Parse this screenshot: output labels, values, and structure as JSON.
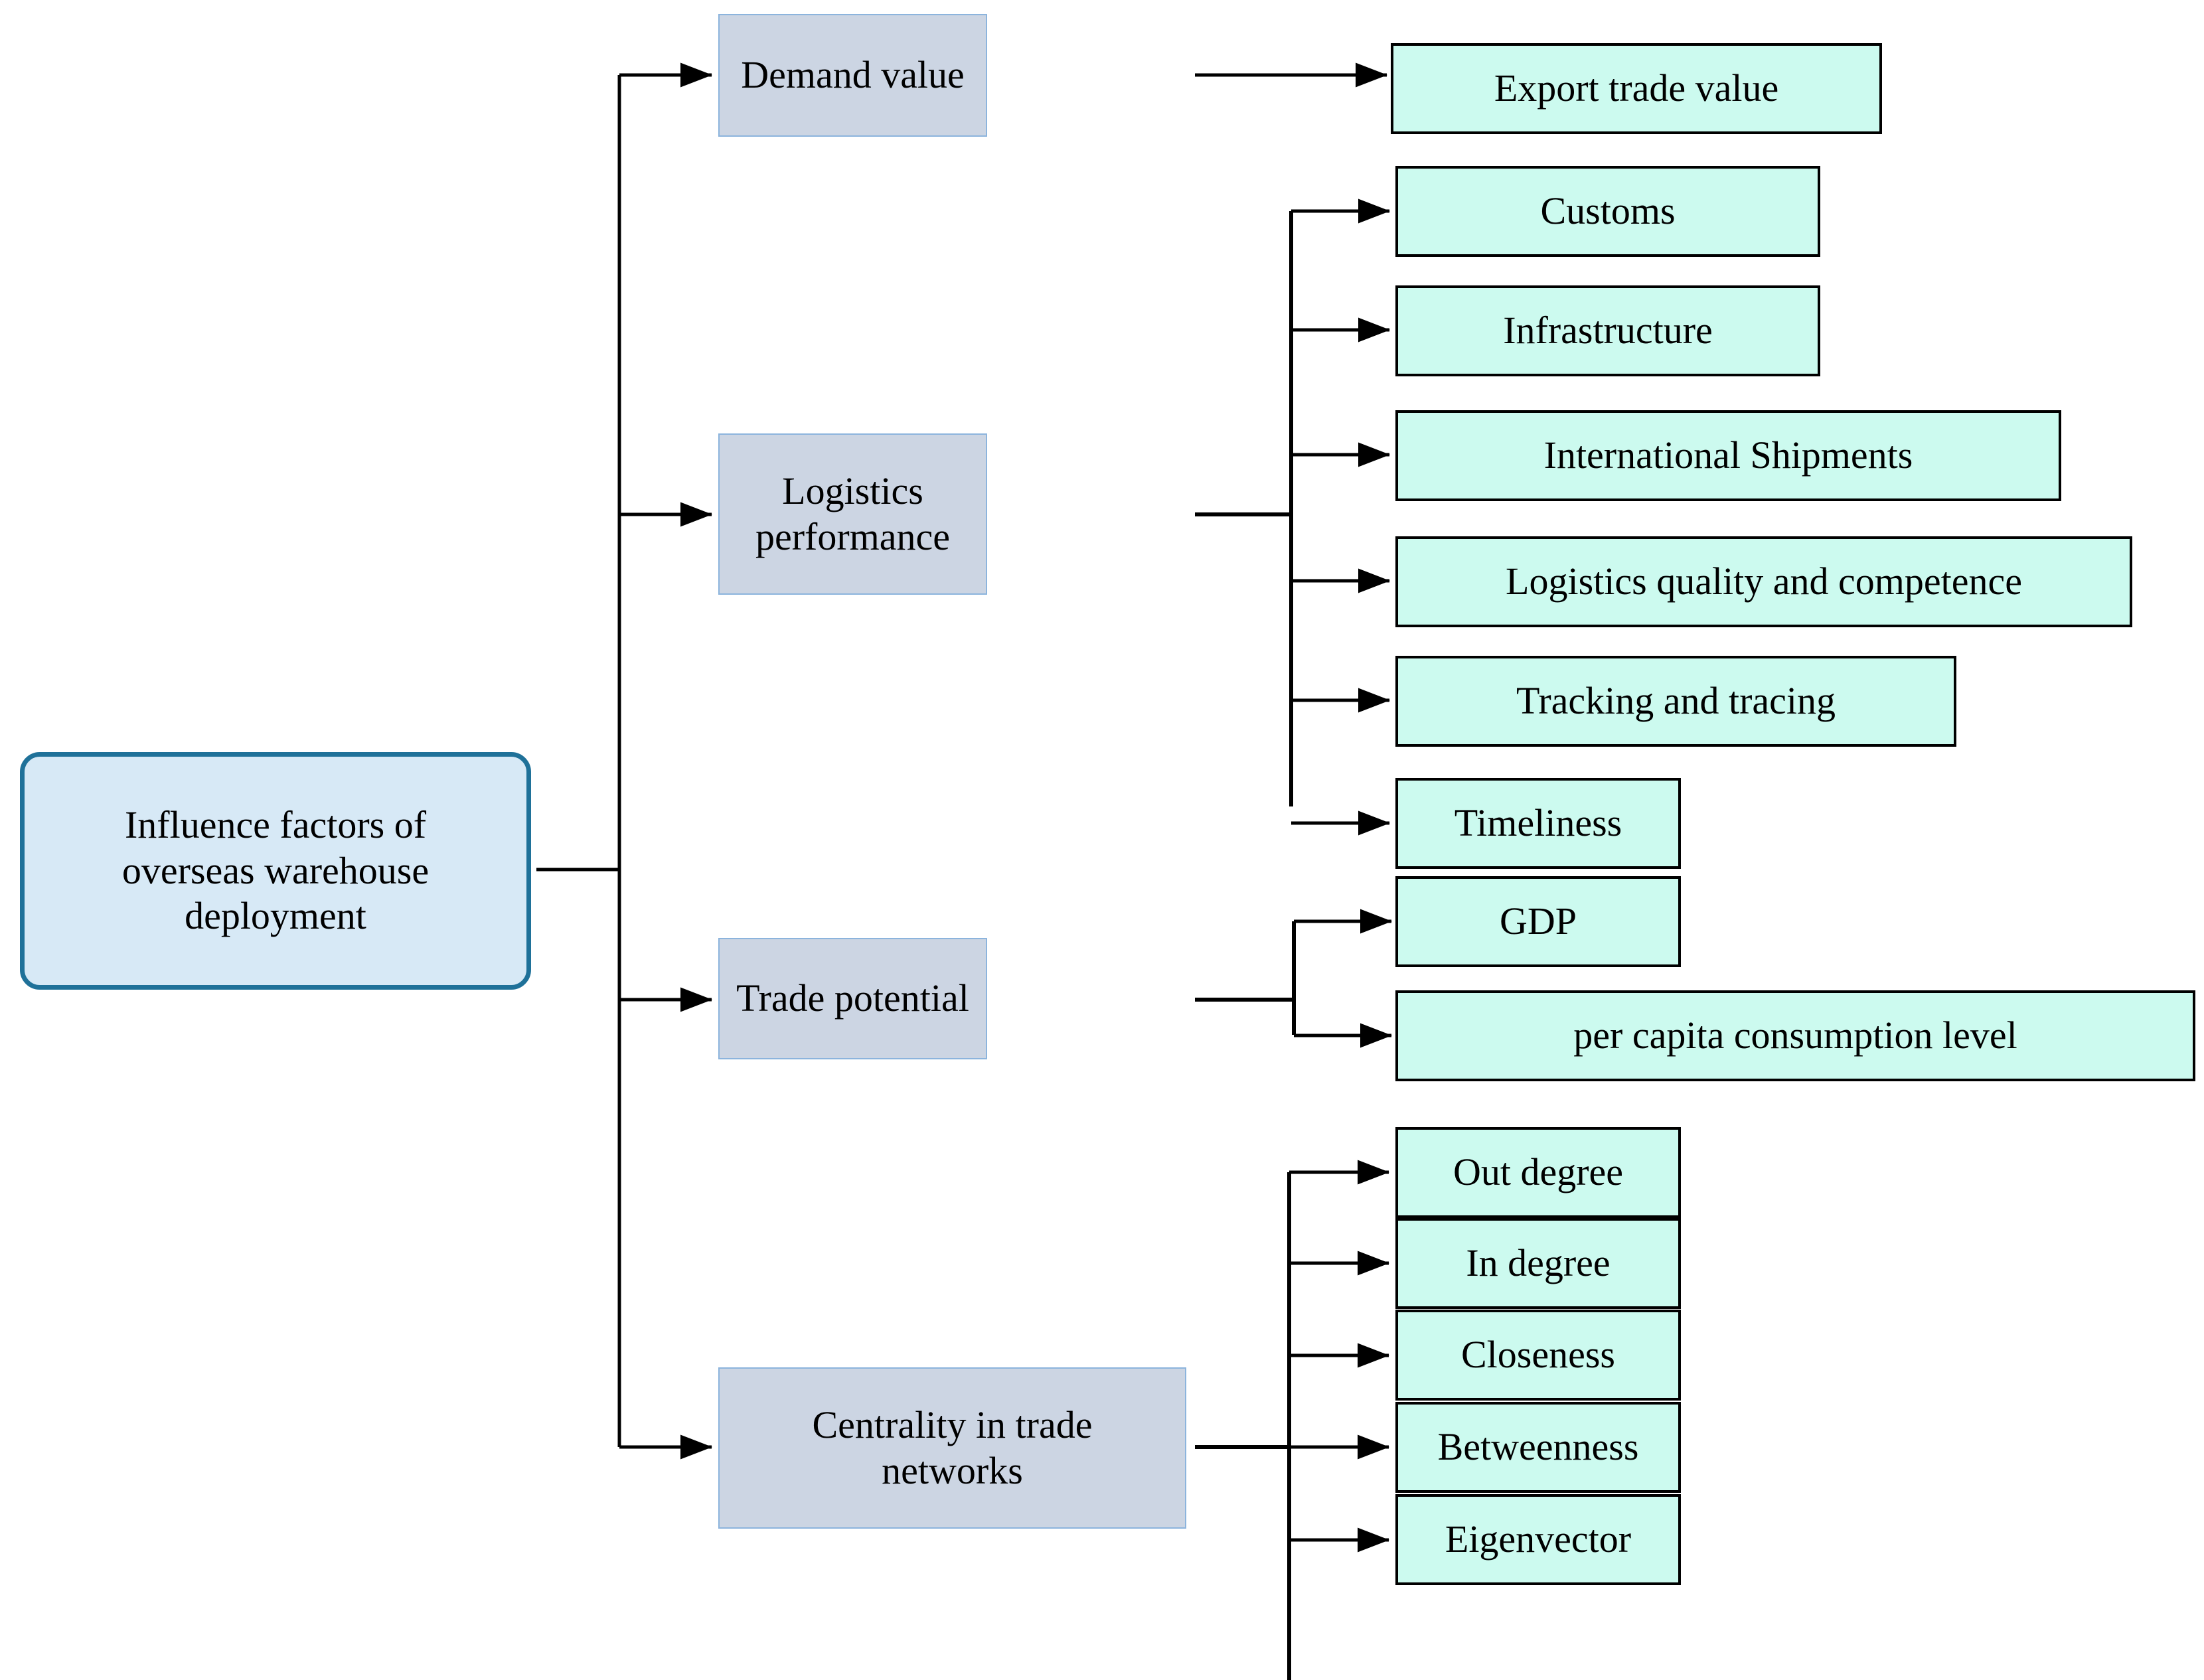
{
  "diagram": {
    "type": "tree-hierarchy",
    "title": "Influence factors of overseas warehouse deployment",
    "colors": {
      "root_fill": "#d7e9f6",
      "root_border": "#1f7199",
      "branch_fill": "#ccd5e3",
      "branch_border": "#8cb4dd",
      "leaf_fill": "#ccfaef",
      "leaf_border": "#000000",
      "connector": "#000000",
      "background": "#ffffff"
    },
    "root": {
      "label": "Influence factors of overseas warehouse deployment",
      "lines": [
        "Influence factors of",
        "overseas warehouse",
        "deployment"
      ]
    },
    "branches": [
      {
        "id": "demand-value",
        "label": "Demand value",
        "lines": [
          "Demand value"
        ],
        "leaves": [
          {
            "id": "export-trade-value",
            "label": "Export trade value"
          }
        ]
      },
      {
        "id": "logistics-performance",
        "label": "Logistics performance",
        "lines": [
          "Logistics",
          "performance"
        ],
        "leaves": [
          {
            "id": "customs",
            "label": "Customs"
          },
          {
            "id": "infrastructure",
            "label": "Infrastructure"
          },
          {
            "id": "international-shipments",
            "label": "International Shipments"
          },
          {
            "id": "logistics-quality-and-competence",
            "label": "Logistics quality and competence"
          },
          {
            "id": "tracking-and-tracing",
            "label": "Tracking and tracing"
          },
          {
            "id": "timeliness",
            "label": "Timeliness"
          }
        ]
      },
      {
        "id": "trade-potential",
        "label": "Trade potential",
        "lines": [
          "Trade potential"
        ],
        "leaves": [
          {
            "id": "gdp",
            "label": "GDP"
          },
          {
            "id": "per-capita-consumption-level",
            "label": "per capita consumption level"
          }
        ]
      },
      {
        "id": "centrality-in-trade-networks",
        "label": "Centrality in trade networks",
        "lines": [
          "Centrality in trade",
          "networks"
        ],
        "leaves": [
          {
            "id": "out-degree",
            "label": "Out degree"
          },
          {
            "id": "in-degree",
            "label": "In degree"
          },
          {
            "id": "closeness",
            "label": "Closeness"
          },
          {
            "id": "betweenness",
            "label": "Betweenness"
          },
          {
            "id": "eigenvector",
            "label": "Eigenvector"
          }
        ]
      }
    ]
  }
}
